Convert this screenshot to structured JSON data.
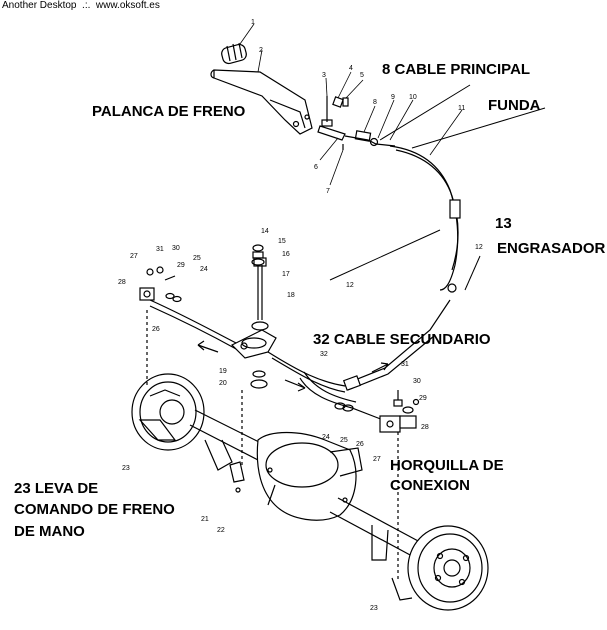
{
  "header": "Another Desktop  .:.  www.oksoft.es",
  "labels": {
    "cable_principal": "8  CABLE PRINCIPAL",
    "palanca": "PALANCA DE FRENO",
    "funda": "FUNDA",
    "engrasador_num": "13",
    "engrasador": "ENGRASADOR",
    "cable_secundario": "32  CABLE  SECUNDARIO",
    "horquilla_1": "HORQUILLA DE",
    "horquilla_2": "CONEXION",
    "leva_1": "23  LEVA DE",
    "leva_2": "COMANDO DE FRENO",
    "leva_3": "DE MANO"
  },
  "callouts": [
    {
      "id": "c1",
      "text": "1"
    },
    {
      "id": "c2",
      "text": "2"
    },
    {
      "id": "c3",
      "text": "3"
    },
    {
      "id": "c4",
      "text": "4"
    },
    {
      "id": "c5",
      "text": "5"
    },
    {
      "id": "c6",
      "text": "6"
    },
    {
      "id": "c7",
      "text": "7"
    },
    {
      "id": "c8",
      "text": "8"
    },
    {
      "id": "c9",
      "text": "9"
    },
    {
      "id": "c10",
      "text": "10"
    },
    {
      "id": "c11",
      "text": "11"
    },
    {
      "id": "c12a",
      "text": "12"
    },
    {
      "id": "c12b",
      "text": "12"
    },
    {
      "id": "c14",
      "text": "14"
    },
    {
      "id": "c15",
      "text": "15"
    },
    {
      "id": "c16",
      "text": "16"
    },
    {
      "id": "c17",
      "text": "17"
    },
    {
      "id": "c18",
      "text": "18"
    },
    {
      "id": "c19",
      "text": "19"
    },
    {
      "id": "c20",
      "text": "20"
    },
    {
      "id": "c21",
      "text": "21"
    },
    {
      "id": "c22",
      "text": "22"
    },
    {
      "id": "c23a",
      "text": "23"
    },
    {
      "id": "c23b",
      "text": "23"
    },
    {
      "id": "c24a",
      "text": "24"
    },
    {
      "id": "c24b",
      "text": "24"
    },
    {
      "id": "c25a",
      "text": "25"
    },
    {
      "id": "c25b",
      "text": "25"
    },
    {
      "id": "c26a",
      "text": "26"
    },
    {
      "id": "c26b",
      "text": "26"
    },
    {
      "id": "c27a",
      "text": "27"
    },
    {
      "id": "c27b",
      "text": "27"
    },
    {
      "id": "c28a",
      "text": "28"
    },
    {
      "id": "c28b",
      "text": "28"
    },
    {
      "id": "c29a",
      "text": "29"
    },
    {
      "id": "c29b",
      "text": "29"
    },
    {
      "id": "c30a",
      "text": "30"
    },
    {
      "id": "c30b",
      "text": "30"
    },
    {
      "id": "c31a",
      "text": "31"
    },
    {
      "id": "c31b",
      "text": "31"
    },
    {
      "id": "c32",
      "text": "32"
    }
  ]
}
